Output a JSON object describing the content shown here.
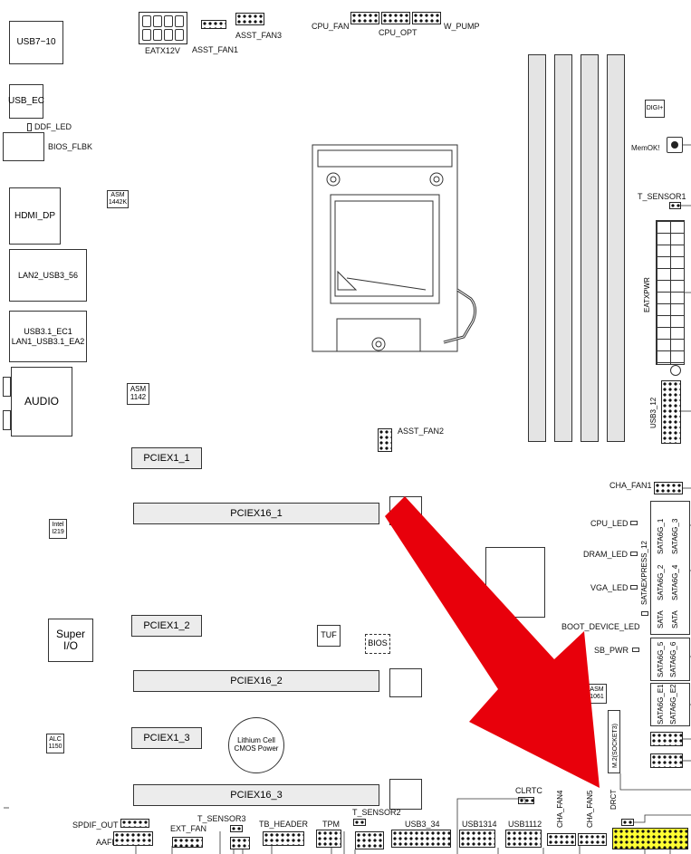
{
  "board_labels": {
    "usb7_10": "USB7~10",
    "usb_ec": "USB_EC",
    "ddf_led": "DDF_LED",
    "bios_flbk": "BIOS_FLBK",
    "hdmi_dp": "HDMI_DP",
    "lan2_usb3_56": "LAN2_USB3_56",
    "usb31_ec1": "USB3.1_EC1",
    "lan1_usb31_ea2": "LAN1_USB3.1_EA2",
    "audio": "AUDIO",
    "asm1442k": "ASM 1442K",
    "asm1142": "ASM 1142",
    "intel_i219": "Intel I219",
    "super_io": "Super I/O",
    "alc1150": "ALC 1150",
    "eatx12v": "EATX12V",
    "asst_fan1": "ASST_FAN1",
    "asst_fan3": "ASST_FAN3",
    "cpu_fan": "CPU_FAN",
    "cpu_opt": "CPU_OPT",
    "w_pump": "W_PUMP",
    "digi": "DIGI+",
    "memok": "MemOK!",
    "t_sensor1": "T_SENSOR1",
    "eatxpwr": "EATXPWR",
    "usb3_12": "USB3_12",
    "asst_fan2": "ASST_FAN2",
    "cha_fan1": "CHA_FAN1",
    "cpu_led": "CPU_LED",
    "dram_led": "DRAM_LED",
    "vga_led": "VGA_LED",
    "boot_device_led": "BOOT_DEVICE_LED",
    "sb_pwr": "SB_PWR",
    "sataexpress_12": "SATAEXPRESS_12",
    "sata6g_1": "SATA6G_1",
    "sata6g_3": "SATA6G_3",
    "sata6g_2": "SATA6G_2",
    "sata6g_4": "SATA6G_4",
    "sata_a": "SATA",
    "sata_b": "SATA",
    "sata6g_5": "SATA6G_5",
    "sata6g_6": "SATA6G_6",
    "sata6g_e1": "SATA6G_E1",
    "sata6g_e2": "SATA6G_E2",
    "asm1061": "ASM 1061",
    "m2_socket3": "M.2(SOCKET3)",
    "pciex1_1": "PCIEX1_1",
    "pciex16_1": "PCIEX16_1",
    "pciex1_2": "PCIEX1_2",
    "pciex16_2": "PCIEX16_2",
    "pciex1_3": "PCIEX1_3",
    "pciex16_3": "PCIEX16_3",
    "tuf": "TUF",
    "bios": "BIOS",
    "cmos": "Lithium Cell CMOS Power",
    "clrtc": "CLRTC",
    "spdif_out": "SPDIF_OUT",
    "aafp": "AAFP",
    "ext_fan": "EXT_FAN",
    "t_sensor3": "T_SENSOR3",
    "tb_header": "TB_HEADER",
    "tpm": "TPM",
    "t_sensor2": "T_SENSOR2",
    "usb3_34": "USB3_34",
    "usb1314": "USB1314",
    "usb1112": "USB1112",
    "cha_fan4": "CHA_FAN4",
    "cha_fan5": "CHA_FAN5",
    "drct": "DRCT"
  },
  "colors": {
    "arrow": "#e8000b",
    "panel_header": "#ffff33",
    "dimm": "#e4e4e4",
    "slot": "#ececec"
  }
}
